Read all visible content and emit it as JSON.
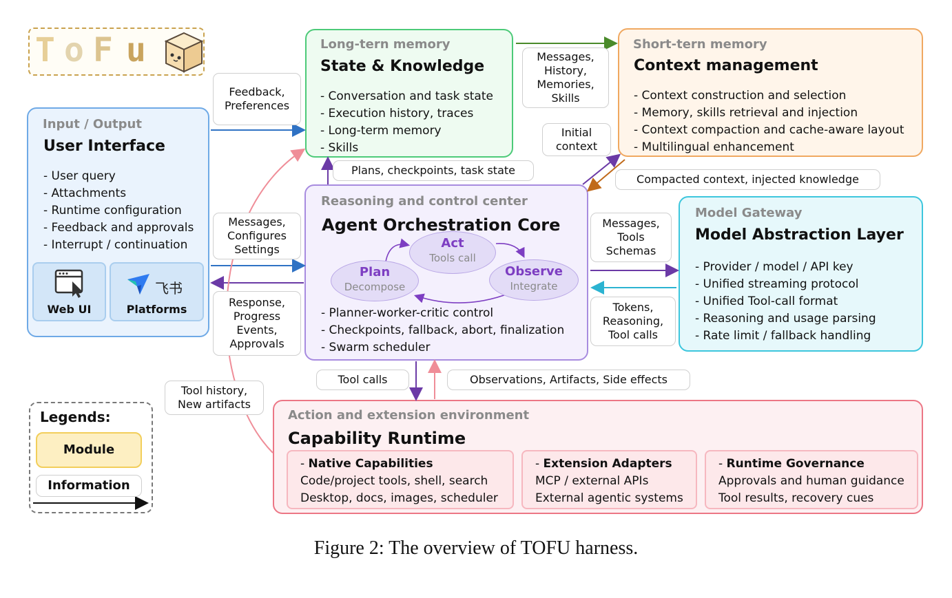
{
  "logo": {
    "letters": [
      "T",
      "o",
      "F",
      "u"
    ]
  },
  "modules": {
    "user_interface": {
      "subtitle": "Input / Output",
      "title": "User Interface",
      "items": [
        "- User query",
        "- Attachments",
        "- Runtime configuration",
        "- Feedback and approvals",
        "- Interrupt / continuation"
      ],
      "tiles": {
        "web": "Web UI",
        "platforms": "Platforms",
        "feishu": "飞书"
      }
    },
    "state_knowledge": {
      "subtitle": "Long-tern memory",
      "title": "State & Knowledge",
      "items": [
        "- Conversation and task state",
        "- Execution history, traces",
        "- Long-term memory",
        "- Skills"
      ]
    },
    "context_management": {
      "subtitle": "Short-tern memory",
      "title": "Context management",
      "items": [
        "- Context construction and selection",
        "- Memory, skills retrieval and injection",
        "- Context compaction and cache-aware layout",
        "- Multilingual enhancement"
      ]
    },
    "orchestration": {
      "subtitle": "Reasoning and control center",
      "title": "Agent Orchestration Core",
      "loop": {
        "act": {
          "name": "Act",
          "desc": "Tools call"
        },
        "plan": {
          "name": "Plan",
          "desc": "Decompose"
        },
        "observe": {
          "name": "Observe",
          "desc": "Integrate"
        }
      },
      "items": [
        "- Planner-worker-critic control",
        "- Checkpoints, fallback, abort, finalization",
        "- Swarm scheduler"
      ]
    },
    "model_gateway": {
      "subtitle": "Model Gateway",
      "title": "Model Abstraction Layer",
      "items": [
        "- Provider / model / API key",
        "- Unified streaming protocol",
        "- Unified Tool-call format",
        "- Reasoning and usage parsing",
        "- Rate limit / fallback handling"
      ]
    },
    "capability_runtime": {
      "subtitle": "Action and extension environment",
      "title": "Capability Runtime",
      "groups": [
        {
          "prefix": "- ",
          "head": "Native Capabilities",
          "lines": [
            "Code/project tools, shell, search",
            "Desktop, docs, images, scheduler"
          ]
        },
        {
          "prefix": "- ",
          "head": "Extension Adapters",
          "lines": [
            "MCP / external APIs",
            "External agentic systems"
          ]
        },
        {
          "prefix": "- ",
          "head": "Runtime Governance",
          "lines": [
            "Approvals and human guidance",
            "Tool results, recovery cues"
          ]
        }
      ]
    }
  },
  "flows": {
    "feedback": [
      "Feedback,",
      "Preferences"
    ],
    "messages_configures": [
      "Messages,",
      "Configures",
      "Settings"
    ],
    "response": [
      "Response,",
      "Progress",
      "Events,",
      "Approvals"
    ],
    "tool_history": [
      "Tool history,",
      "New artifacts"
    ],
    "plans": [
      "Plans, checkpoints, task state"
    ],
    "mem_to_ctx": [
      "Messages,",
      "History,",
      "Memories,",
      "Skills"
    ],
    "initial_context": [
      "Initial",
      "context"
    ],
    "compacted": [
      "Compacted context, injected knowledge"
    ],
    "to_model": [
      "Messages,",
      "Tools",
      "Schemas"
    ],
    "from_model": [
      "Tokens,",
      "Reasoning,",
      "Tool calls"
    ],
    "tool_calls": [
      "Tool calls"
    ],
    "observations": [
      "Observations, Artifacts, Side effects"
    ]
  },
  "legend": {
    "title": "Legends:",
    "module": "Module",
    "information": "Information"
  },
  "caption": "Figure 2: The overview of TOFU harness.",
  "colors": {
    "ui_border": "#6ea9e6",
    "ui_fill": "#eaf3fd",
    "mem_border": "#4cca78",
    "mem_fill": "#eefbf1",
    "ctx_border": "#f0a860",
    "ctx_fill": "#fff5ea",
    "core_border": "#a78bdf",
    "core_fill": "#f4f0fd",
    "gw_border": "#3cc6dd",
    "gw_fill": "#e6f8fb",
    "rt_border": "#ec7685",
    "rt_fill": "#fdf0f2",
    "arrow_blue": "#2f72c4",
    "arrow_purple": "#6b3aa6",
    "arrow_green": "#4a8a2a",
    "arrow_orange": "#c06a1a",
    "arrow_pink": "#ef8d98",
    "arrow_cyan": "#2bb3d1",
    "legend_module_fill": "#fdefc2",
    "legend_module_border": "#f2ce5a"
  }
}
